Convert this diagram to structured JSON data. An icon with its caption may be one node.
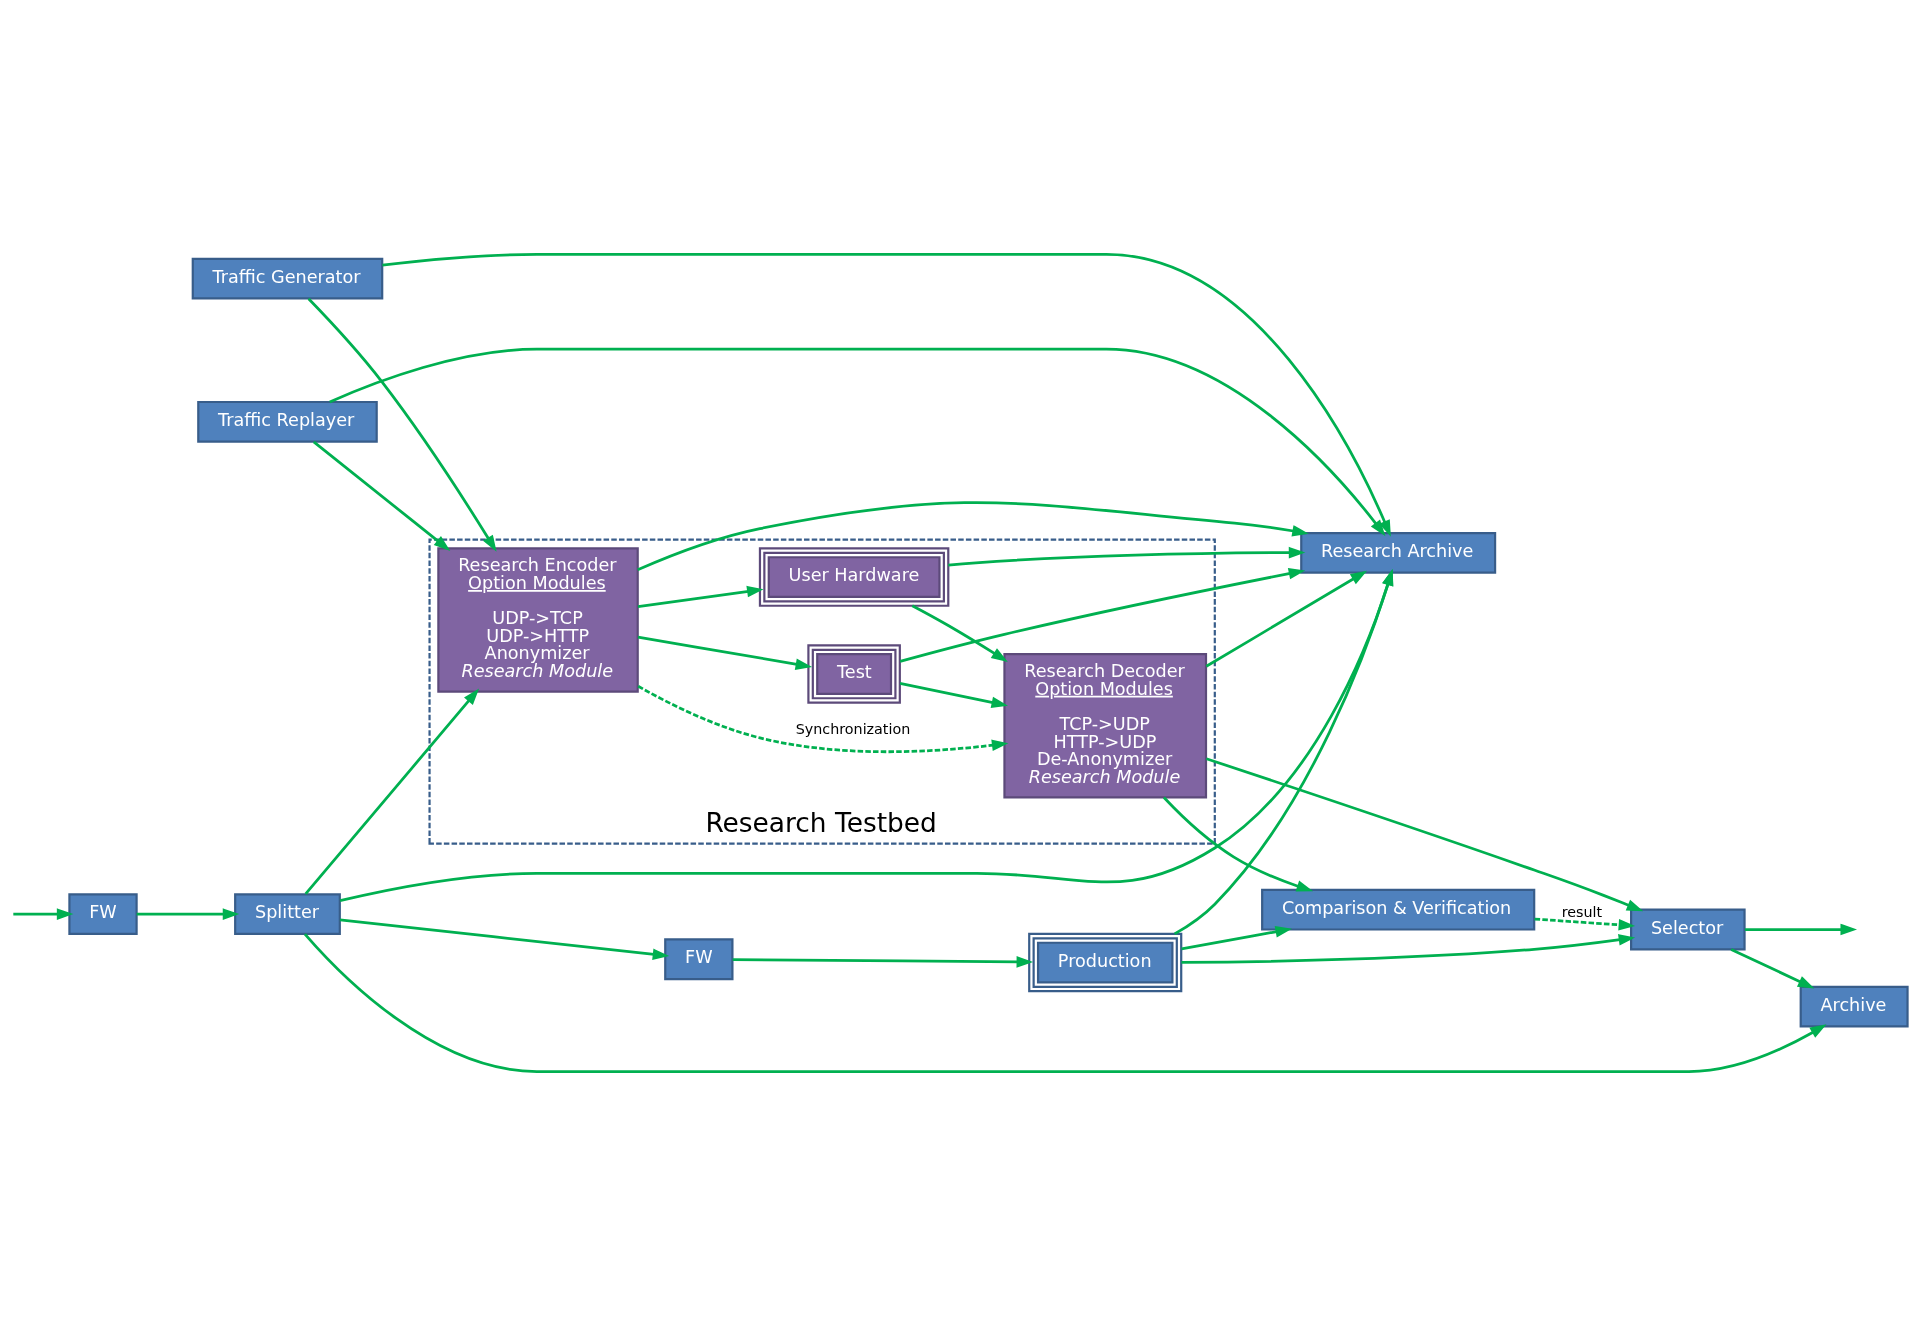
{
  "diagram": {
    "nodes": [
      {
        "text": [
          "FW"
        ]
      },
      {
        "text": [
          "Splitter"
        ]
      },
      {
        "text": [
          "FW"
        ]
      },
      {
        "text": [
          "Archive"
        ]
      },
      {
        "text": [
          "Production"
        ]
      },
      {
        "text": [
          "Selector"
        ]
      },
      {
        "text": [
          "Comparison & Verification"
        ]
      },
      {
        "text": [
          "Traffic Generator"
        ]
      },
      {
        "text": [
          "Traffic Replayer"
        ]
      },
      {
        "text": [
          "Research Archive"
        ]
      },
      {
        "text": [
          "Research Testbed"
        ]
      },
      {
        "text": [
          "Research Encoder",
          "Option Modules",
          "UDP->TCP",
          "UDP->HTTP",
          "Anonymizer",
          "Research Module"
        ],
        "in": 10
      },
      {
        "text": [
          "Test"
        ],
        "in": 10
      },
      {
        "text": [
          "User Hardware"
        ],
        "in": 10
      },
      {
        "text": [
          "Research Decoder",
          "Option Modules",
          "TCP->UDP",
          "HTTP->UDP",
          "De-Anonymizer",
          "Research Module"
        ],
        "in": 10
      }
    ],
    "edges": [
      {
        "from": null,
        "to": 0,
        "arrow": "to"
      },
      {
        "from": 0,
        "to": 1,
        "arrow": "to"
      },
      {
        "from": 1,
        "to": 2,
        "arrow": "to"
      },
      {
        "from": 2,
        "to": 4,
        "arrow": "to"
      },
      {
        "from": 1,
        "to": 3,
        "arrow": "to"
      },
      {
        "from": 5,
        "to": 3,
        "arrow": "to"
      },
      {
        "from": 5,
        "to": null,
        "arrow": "to"
      },
      {
        "from": 4,
        "to": 5,
        "arrow": "to"
      },
      {
        "from": 4,
        "to": 6,
        "arrow": "to"
      },
      {
        "from": 6,
        "to": 5,
        "arrow": "to",
        "label": "result",
        "style": "dashed"
      },
      {
        "from": 4,
        "to": 9,
        "arrow": "to"
      },
      {
        "from": 1,
        "to": 11,
        "arrow": "to"
      },
      {
        "from": 1,
        "to": 9,
        "arrow": "to"
      },
      {
        "from": 7,
        "to": 11,
        "arrow": "to"
      },
      {
        "from": 7,
        "to": 9,
        "arrow": "to"
      },
      {
        "from": 8,
        "to": 11,
        "arrow": "to"
      },
      {
        "from": 8,
        "to": 9,
        "arrow": "to"
      },
      {
        "from": 11,
        "to": 9,
        "arrow": "to"
      },
      {
        "from": 11,
        "to": 12,
        "arrow": "to"
      },
      {
        "from": 11,
        "to": 13,
        "arrow": "to"
      },
      {
        "from": 12,
        "to": 9,
        "arrow": "to"
      },
      {
        "from": 12,
        "to": 14,
        "arrow": "to"
      },
      {
        "from": 13,
        "to": 9,
        "arrow": "to"
      },
      {
        "from": 13,
        "to": 14,
        "arrow": "to"
      },
      {
        "from": 14,
        "to": 9,
        "arrow": "to"
      },
      {
        "from": 14,
        "to": 6,
        "arrow": "to"
      },
      {
        "from": 14,
        "to": 5,
        "arrow": "to"
      },
      {
        "from": 11,
        "to": 14,
        "arrow": "to",
        "label": "Synchronization",
        "style": "dashed"
      }
    ]
  }
}
